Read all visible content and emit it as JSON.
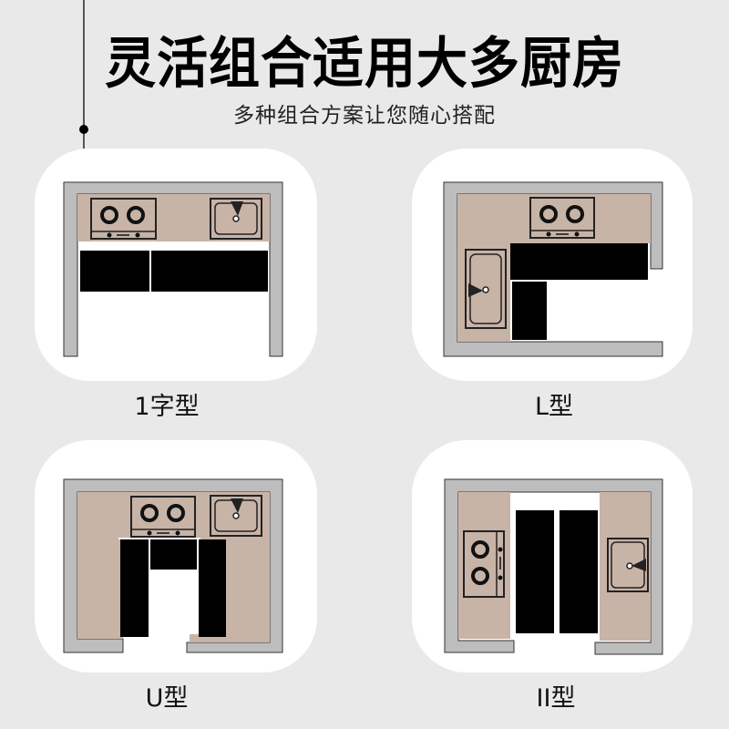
{
  "header": {
    "title": "灵活组合适用大多厨房",
    "subtitle": "多种组合方案让您随心搭配"
  },
  "layouts": [
    {
      "id": "one-line",
      "label": "1字型"
    },
    {
      "id": "l-shape",
      "label": "L型"
    },
    {
      "id": "u-shape",
      "label": "U型"
    },
    {
      "id": "ii-shape",
      "label": "II型"
    }
  ],
  "colors": {
    "background": "#e9e9e9",
    "card": "#ffffff",
    "wall": "#bdbdbd",
    "countertop": "#c8b3a7",
    "cabinet": "#000000",
    "outline": "#222222"
  }
}
